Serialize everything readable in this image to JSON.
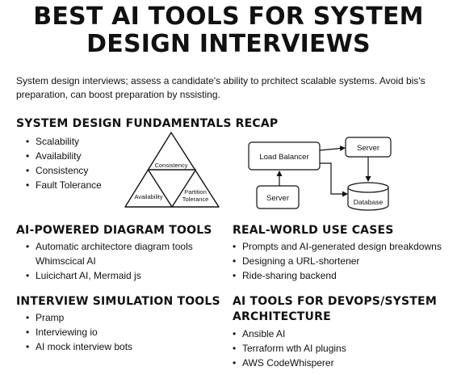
{
  "title": {
    "line1": "BEST AI TOOLS FOR SYSTEM",
    "line2": "DESIGN INTERVIEWS"
  },
  "intro": "System design interviews; assess a candidate's ability to prchitect scalable systems. Avoid bis's preparation, can boost preparation by nssisting.",
  "sections": {
    "fundamentals": {
      "title": "SYSTEM DESIGN FUNDAMENTALS RECAP",
      "items": [
        "Scalability",
        "Availability",
        "Consistency",
        "Fault Tolerance"
      ]
    },
    "cap_triangle": {
      "top": "Consistency",
      "left": "Availability",
      "right_line1": "Partition",
      "right_line2": "Tolerance"
    },
    "architecture": {
      "load_balancer": "Load Balancer",
      "server_top": "Server",
      "server_bottom": "Server",
      "database": "Database"
    },
    "ai_diagram": {
      "title": "AI-POWERED DIAGRAM TOOLS",
      "items": [
        "Automatic architectore diagram tools",
        "Whimscical AI",
        "Luicichart AI, Mermaid js"
      ]
    },
    "real_world": {
      "title": "REAL-WORLD USE CASES",
      "items": [
        "Prompts and AI-generated design breakdowns",
        "Designing a URL-shortener",
        "Ride-sharing backend"
      ]
    },
    "simulation": {
      "title": "INTERVIEW SIMULATION TOOLS",
      "items": [
        "Pramp",
        "Interviewing io",
        "AI mock interview bots"
      ]
    },
    "devops": {
      "title": "AI TOOLS FOR DEVOPS/SYSTEM ARCHITECTURE",
      "items": [
        "Ansible AI",
        "Terraform wth AI plugins",
        "AWS CodeWhisperer"
      ]
    }
  }
}
